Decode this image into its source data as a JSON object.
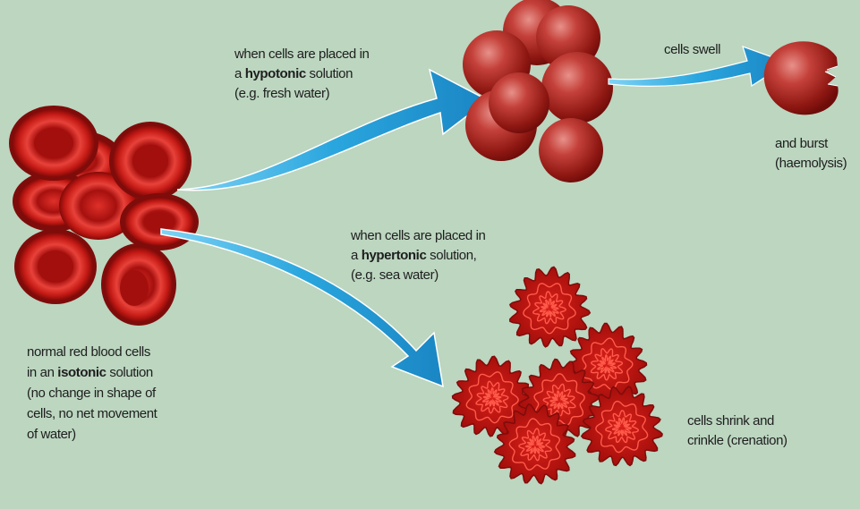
{
  "normal": {
    "line1": "normal red blood cells",
    "line2_pre": "in an ",
    "line2_bold": "isotonic",
    "line2_post": " solution",
    "line3": "(no change in shape of",
    "line4": "cells, no net movement",
    "line5": "of water)"
  },
  "hypotonic": {
    "line1": "when cells are placed in",
    "line2_pre": "a ",
    "line2_bold": "hypotonic",
    "line2_post": " solution",
    "line3": "(e.g. fresh water)"
  },
  "hypertonic": {
    "line1": "when cells are placed in",
    "line2_pre": "a ",
    "line2_bold": "hypertonic",
    "line2_post": " solution,",
    "line3": "(e.g. sea water)"
  },
  "swell": {
    "label": "cells swell"
  },
  "burst": {
    "line1": "and burst",
    "line2": "(haemolysis)"
  },
  "shrink": {
    "line1": "cells shrink and",
    "line2": "crinkle (crenation)"
  },
  "colors": {
    "background": "#bcd6c0",
    "cell": "#c81d17",
    "cell_dark": "#7e0c0a",
    "arrow": "#2aa6de",
    "text": "#1e1e1e"
  }
}
